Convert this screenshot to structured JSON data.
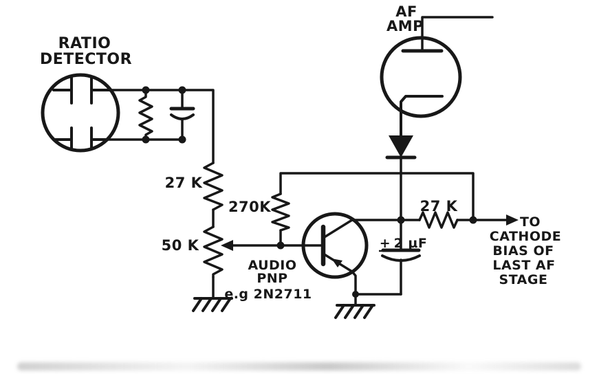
{
  "colors": {
    "ink": "#181818",
    "paper": "#ffffff"
  },
  "components": {
    "ratio_detector": {
      "label_line1": "RATIO",
      "label_line2": "DETECTOR"
    },
    "af_amp": {
      "label_line1": "AF",
      "label_line2": "AMP"
    },
    "detector_load_resistor": {
      "value": "27 K"
    },
    "feedback_resistor": {
      "value": "270K"
    },
    "volume_pot": {
      "value": "50 K"
    },
    "output_resistor": {
      "value": "27 K"
    },
    "transistor": {
      "label_line1": "AUDIO",
      "label_line2": "PNP",
      "label_line3": "e.g 2N2711"
    },
    "filter_capacitor": {
      "polarity": "+",
      "value": "2 µF"
    },
    "output_note": {
      "line1": "TO",
      "line2": "CATHODE",
      "line3": "BIAS OF",
      "line4": "LAST AF",
      "line5": "STAGE"
    }
  }
}
